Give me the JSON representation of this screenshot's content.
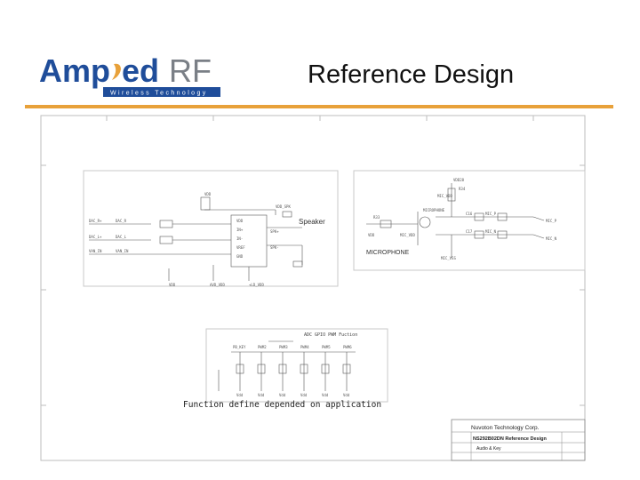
{
  "logo": {
    "brand_amp": "Amp",
    "brand_ed": "ed",
    "brand_rf": "RF",
    "tagline": "Wireless Technology",
    "colors": {
      "blue": "#1f4d9a",
      "orange": "#e8a13a",
      "gray": "#7a7f86"
    }
  },
  "slide": {
    "title": "Reference Design"
  },
  "schematic": {
    "speaker_label": "Speaker",
    "microphone_label": "MICROPHONE",
    "function_note": "Function define depended on application",
    "gpio_header": "ADC  GPIO  PWM  Fuction",
    "title_block": {
      "company": "Nuvoton Technology Corp.",
      "design": "NS292B02DN Reference Design",
      "sheet_title": "Audio & Key"
    }
  }
}
